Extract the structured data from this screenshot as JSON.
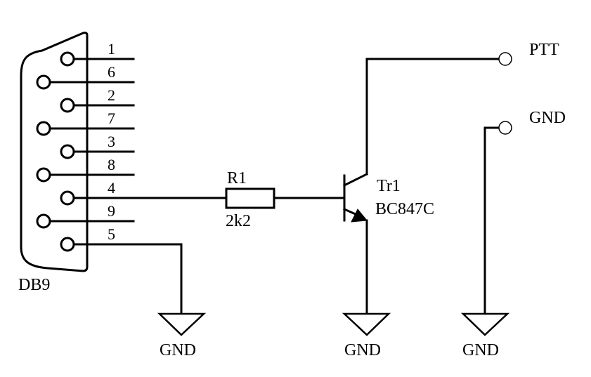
{
  "connector": {
    "name": "DB9",
    "pins": [
      {
        "number": "1",
        "row": "top"
      },
      {
        "number": "6",
        "row": "bottom"
      },
      {
        "number": "2",
        "row": "top"
      },
      {
        "number": "7",
        "row": "bottom"
      },
      {
        "number": "3",
        "row": "top"
      },
      {
        "number": "8",
        "row": "bottom"
      },
      {
        "number": "4",
        "row": "top"
      },
      {
        "number": "9",
        "row": "bottom"
      },
      {
        "number": "5",
        "row": "top"
      }
    ]
  },
  "resistor": {
    "ref": "R1",
    "value": "2k2"
  },
  "transistor": {
    "ref": "Tr1",
    "part": "BC847C"
  },
  "terminals": {
    "ptt": "PTT",
    "gnd": "GND"
  },
  "grounds": [
    {
      "label": "GND"
    },
    {
      "label": "GND"
    },
    {
      "label": "GND"
    }
  ]
}
